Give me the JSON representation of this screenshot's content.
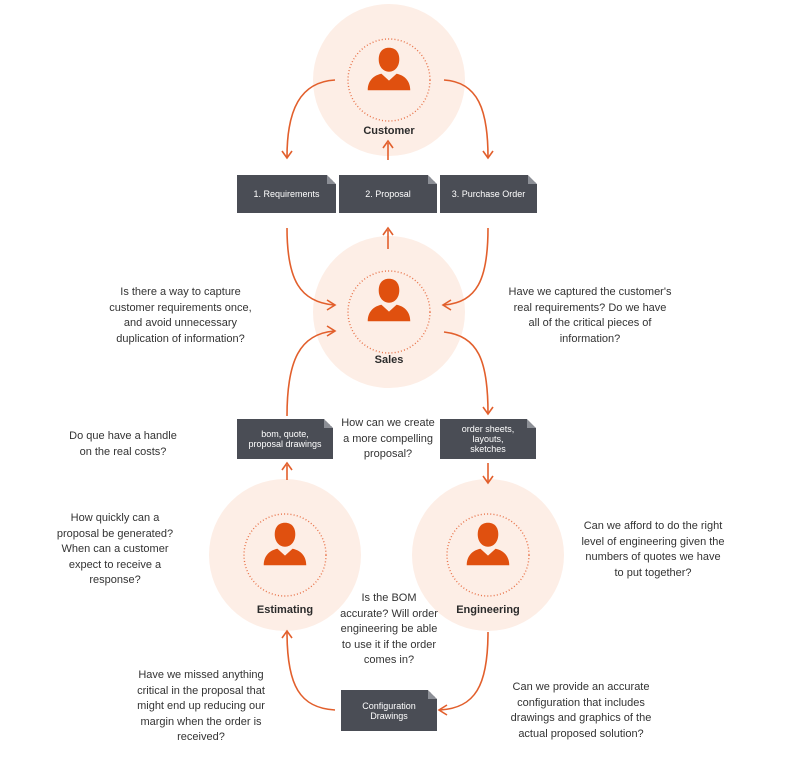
{
  "roles": {
    "customer": "Customer",
    "sales": "Sales",
    "estimating": "Estimating",
    "engineering": "Engineering"
  },
  "documents": {
    "requirements": "1. Requirements",
    "proposal": "2. Proposal",
    "purchase_order": "3. Purchase Order",
    "bom_quote": "bom, quote,\nproposal drawings",
    "order_sheets": "order sheets,\nlayouts,\nsketches",
    "configuration": "Configuration\nDrawings"
  },
  "questions": {
    "capture_once": [
      "Is there a way to capture",
      "customer requirements once,",
      "and avoid unnecessary",
      "duplication of information?"
    ],
    "real_requirements": [
      "Have we captured the customer's",
      "real requirements? Do we have",
      "all of the critical pieces of",
      "information?"
    ],
    "real_costs": [
      "Do que have a handle",
      "on the real costs?"
    ],
    "compelling_proposal": [
      "How can we create",
      "a more compelling",
      "proposal?"
    ],
    "proposal_speed": [
      "How quickly can a",
      "proposal be generated?",
      "When can a customer",
      "expect to receive a",
      "response?"
    ],
    "engineering_level": [
      "Can we afford to do the right",
      "level of engineering given the",
      "numbers of quotes we have",
      "to put together?"
    ],
    "bom_accurate": [
      "Is the BOM",
      "accurate? Will order",
      "engineering be able",
      "to use it if the order",
      "comes in?"
    ],
    "missed_anything": [
      "Have we missed anything",
      "critical in the proposal that",
      "might end up reducing our",
      "margin when the order is",
      "received?"
    ],
    "accurate_config": [
      "Can we provide an accurate",
      "configuration that includes",
      "drawings and graphics of the",
      "actual proposed solution?"
    ]
  },
  "colors": {
    "accent": "#e0500f",
    "circle": "#fdeee6",
    "document": "#4a4d55"
  }
}
